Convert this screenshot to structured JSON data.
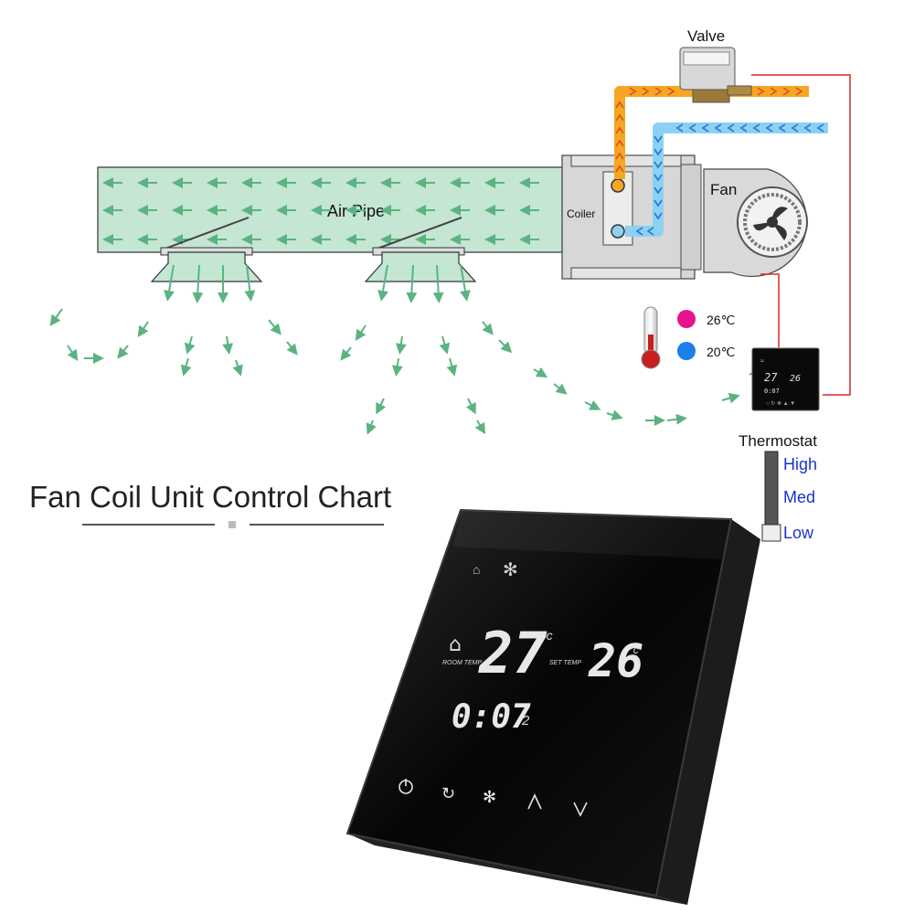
{
  "title": "Fan Coil Unit Control Chart",
  "labels": {
    "valve": "Valve",
    "air_pipe": "Air Pipe",
    "coiler": "Coiler",
    "fan": "Fan",
    "thermostat": "Thermostat"
  },
  "temperatures": {
    "hot": "26℃",
    "cold": "20℃"
  },
  "fan_speeds": {
    "high": "High",
    "med": "Med",
    "low": "Low"
  },
  "display": {
    "room_temp_label": "ROOM TEMP",
    "room_temp": "27",
    "room_unit": "°c",
    "set_temp_label": "SET TEMP",
    "set_temp": "26",
    "set_unit": "°c",
    "clock": "0:07",
    "day": "2"
  },
  "colors": {
    "air_pipe_fill": "#c4e6d3",
    "air_arrow": "#5cb381",
    "hot_pipe": "#f5a623",
    "cold_pipe": "#8ed0f2",
    "wire": "#d42a2a",
    "hot_dot": "#e6148c",
    "cold_dot": "#1a7fe6",
    "speed_text": "#1a33cc"
  }
}
